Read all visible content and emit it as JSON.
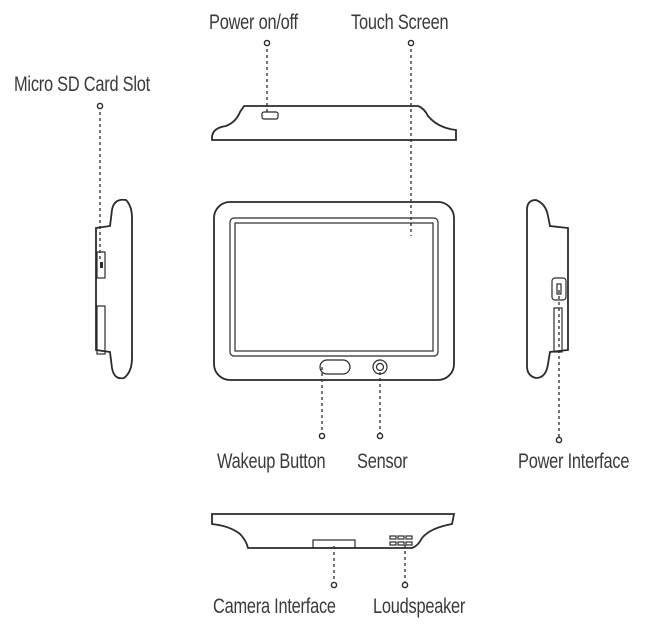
{
  "labels": {
    "power_onoff": "Power on/off",
    "touch_screen": "Touch Screen",
    "micro_sd": "Micro SD Card Slot",
    "wakeup_button": "Wakeup Button",
    "sensor": "Sensor",
    "power_interface": "Power Interface",
    "camera_interface": "Camera Interface",
    "loudspeaker": "Loudspeaker"
  },
  "colors": {
    "line": "#2b2b2b",
    "text": "#3a3a3a",
    "background": "#ffffff"
  }
}
